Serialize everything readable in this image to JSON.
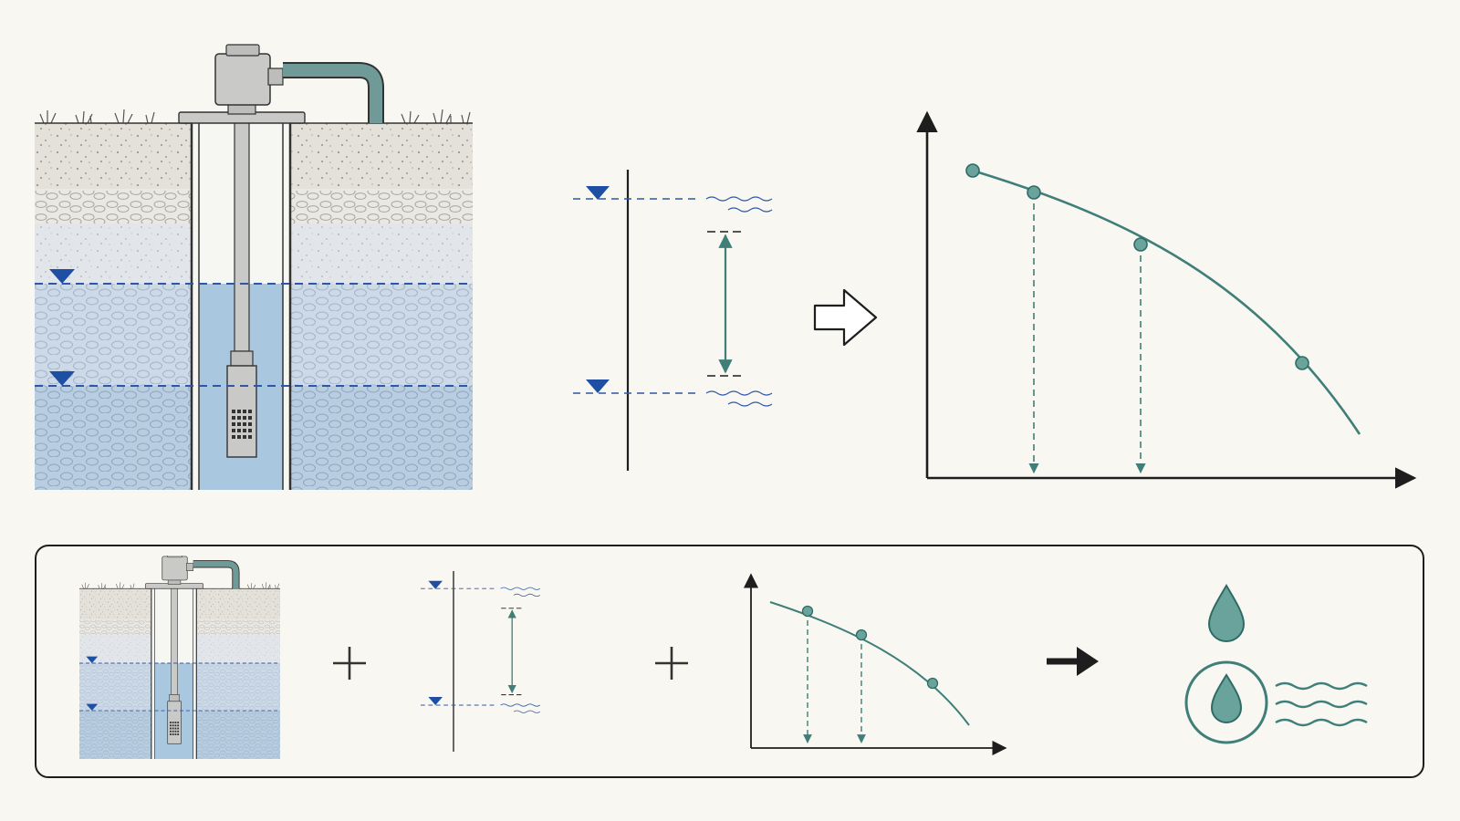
{
  "colors": {
    "background": "#f8f7f2",
    "soil_top": "#e4e1da",
    "soil_gravel": "#e9e8e3",
    "soil_light": "#e2e6ea",
    "aquifer_upper": "#cdd9e6",
    "aquifer_lower": "#b8cde0",
    "well_water": "#a9c7df",
    "water_line": "#2f57a8",
    "water_marker": "#1f4fa3",
    "teal": "#3f7f78",
    "teal_fill": "#6aa39b",
    "ink": "#1e1e1e",
    "pump_gray": "#c9cac8"
  },
  "icons": {
    "flow_arrow": "outline-right-arrow-icon",
    "plus": "plus-icon",
    "result_arrow": "right-arrow-icon",
    "water_drop": "water-drop-icon",
    "water_drop_circle": "water-drop-in-circle-icon",
    "flow_waves": "wave-lines-icon"
  },
  "diagram": {
    "components": [
      "well-cross-section",
      "drawdown-scale",
      "pump-performance-curve"
    ],
    "summary_sequence": [
      "well-cross-section",
      "plus-icon",
      "drawdown-scale",
      "plus-icon",
      "pump-performance-curve",
      "right-arrow-icon",
      "water-yield-icons"
    ],
    "curve_points": 4,
    "summary_curve_points": 3
  }
}
